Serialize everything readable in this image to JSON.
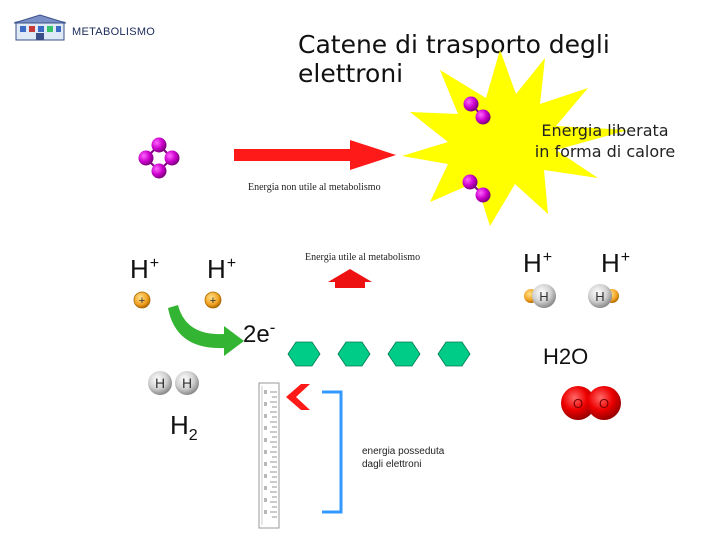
{
  "header": {
    "logo_icon": "school-building-clipart-icon",
    "logo_text": "METABOLISMO",
    "title": "Catene di trasporto degli elettroni"
  },
  "top_section": {
    "energy_released_line1": "Energia liberata",
    "energy_released_line2": "in forma di calore",
    "energy_not_useful": "Energia non utile al metabolismo",
    "arrow_color": "#ff1a1a",
    "burst_color": "#ffff00",
    "molecule_color": "#cc00cc"
  },
  "middle_section": {
    "energy_useful": "Energia utile al metabolismo",
    "proton_left_1": "H",
    "proton_left_2": "H",
    "proton_right_1": "H",
    "proton_right_2": "H",
    "proton_charge": "+",
    "electrons": "2e",
    "electron_charge": "-",
    "water": "H2O",
    "hydrogen_atom": "H",
    "oxygen_atom": "O",
    "carrier_color": "#00cc88"
  },
  "bottom_section": {
    "h2_symbol": "H",
    "h2_subscript": "2",
    "energy_possessed_line1": "energia posseduta",
    "energy_possessed_line2": "dagli elettroni",
    "bracket_color": "#3399ff",
    "ruler_color": "#999999"
  }
}
